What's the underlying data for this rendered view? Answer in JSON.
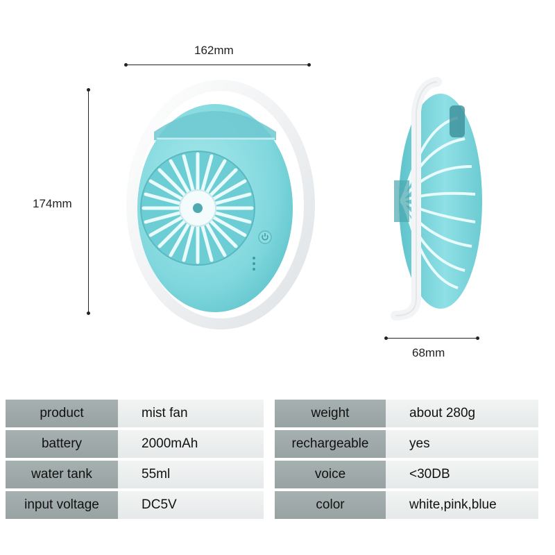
{
  "dimensions": {
    "width": "162mm",
    "height": "174mm",
    "depth": "68mm"
  },
  "colors": {
    "fan_body": "#7fd7dd",
    "fan_ring": "#f4f6f8",
    "table_key_bg": "#a0a9a9",
    "table_value_bg": "#eceeee"
  },
  "specs_left": [
    {
      "label": "product",
      "value": "mist fan"
    },
    {
      "label": "battery",
      "value": "2000mAh"
    },
    {
      "label": "water tank",
      "value": "55ml"
    },
    {
      "label": "input voltage",
      "value": "DC5V"
    }
  ],
  "specs_right": [
    {
      "label": "weight",
      "value": "about 280g"
    },
    {
      "label": "rechargeable",
      "value": "yes"
    },
    {
      "label": "voice",
      "value": "<30DB"
    },
    {
      "label": "color",
      "value": "white,pink,blue"
    }
  ]
}
